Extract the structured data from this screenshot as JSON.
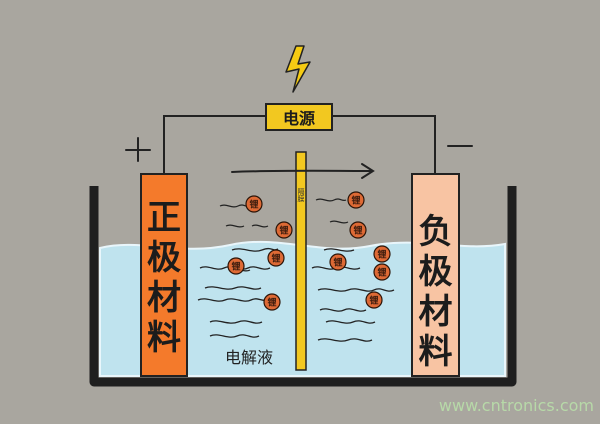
{
  "power": {
    "label": "电源",
    "icon": "lightning-bolt-icon"
  },
  "positive": {
    "sign": "+",
    "label": [
      "正",
      "极",
      "材",
      "料"
    ],
    "color": "#f47a2b"
  },
  "negative": {
    "sign": "—",
    "label": [
      "负",
      "极",
      "材",
      "料"
    ],
    "color": "#f8c4a3"
  },
  "separator": {
    "label": "隔膜",
    "color": "#f2c820"
  },
  "electrolyte": {
    "label": "电解液",
    "color": "#bfe3ee"
  },
  "ion": {
    "label": "锂",
    "color": "#de6a35",
    "count": 11
  },
  "watermark": "www.cntronics.com"
}
